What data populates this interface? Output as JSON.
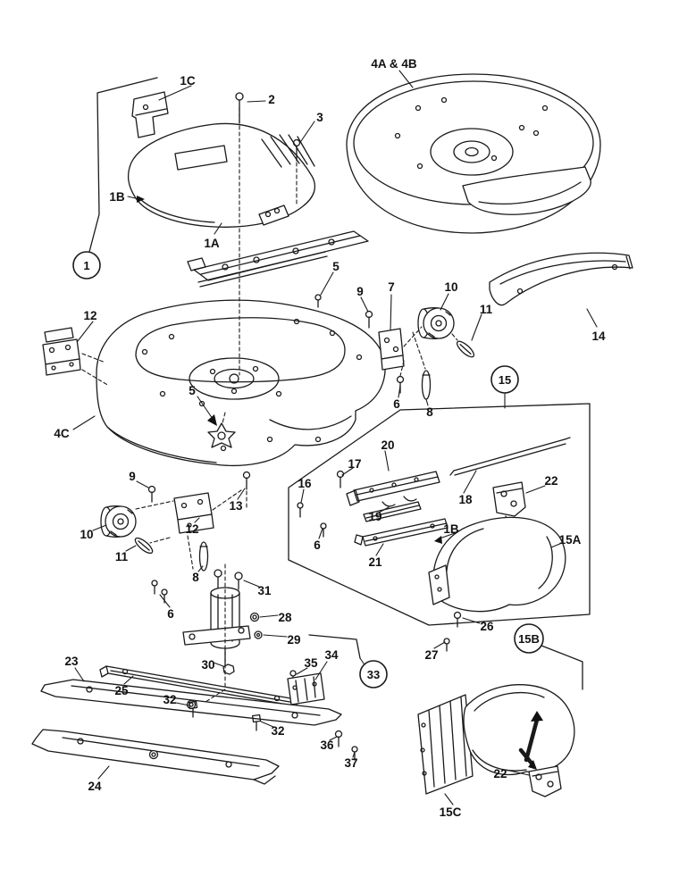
{
  "figure": {
    "kind": "exploded-parts-diagram",
    "colors": {
      "background": "#ffffff",
      "line": "#1a1a1a",
      "label": "#111111"
    }
  },
  "labels": {
    "callout_1": "1",
    "callout_1A": "1A",
    "callout_1B_top": "1B",
    "callout_1B_box": "1B",
    "callout_1C": "1C",
    "callout_2": "2",
    "callout_3": "3",
    "callout_4AB": "4A & 4B",
    "callout_4C": "4C",
    "callout_5_upper": "5",
    "callout_5_deck": "5",
    "callout_6_right": "6",
    "callout_6_box": "6",
    "callout_6_left": "6",
    "callout_7": "7",
    "callout_8_right": "8",
    "callout_8_left": "8",
    "callout_9_right": "9",
    "callout_9_left": "9",
    "callout_10_right": "10",
    "callout_10_left": "10",
    "callout_11_right": "11",
    "callout_11_left": "11",
    "callout_12_upper": "12",
    "callout_12_mid": "12",
    "callout_13": "13",
    "callout_14": "14",
    "callout_15": "15",
    "callout_15A": "15A",
    "callout_15B": "15B",
    "callout_15C": "15C",
    "callout_16": "16",
    "callout_17": "17",
    "callout_18": "18",
    "callout_19": "19",
    "callout_20": "20",
    "callout_21": "21",
    "callout_22_upper": "22",
    "callout_22_lower": "22",
    "callout_23": "23",
    "callout_24": "24",
    "callout_25": "25",
    "callout_26": "26",
    "callout_27": "27",
    "callout_28": "28",
    "callout_29": "29",
    "callout_30": "30",
    "callout_31": "31",
    "callout_32_upper": "32",
    "callout_32_lower": "32",
    "callout_33": "33",
    "callout_34": "34",
    "callout_35": "35",
    "callout_36": "36",
    "callout_37": "37"
  }
}
